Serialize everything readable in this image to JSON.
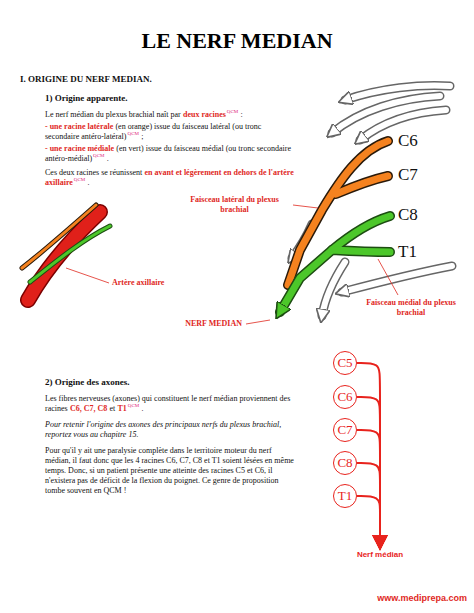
{
  "diagram": {
    "title": "LE NERF MEDIAN",
    "nodes": [
      {
        "text": [
          "C5"
        ]
      },
      {
        "text": [
          "C6"
        ]
      },
      {
        "text": [
          "C7"
        ]
      },
      {
        "text": [
          "C8"
        ]
      },
      {
        "text": [
          "T1"
        ]
      },
      {
        "text": [
          "Nerf médian"
        ]
      }
    ],
    "edges": [
      {
        "from": 0,
        "to": 5,
        "arrow": "to"
      },
      {
        "from": 1,
        "to": 5,
        "arrow": "to"
      },
      {
        "from": 2,
        "to": 5,
        "arrow": "to"
      },
      {
        "from": 3,
        "to": 5,
        "arrow": "to"
      },
      {
        "from": 4,
        "to": 5,
        "arrow": "to"
      }
    ],
    "labels": [
      "I. ORIGINE DU NERF MEDIAN.",
      "1) Origine apparente.",
      "Le nerf médian du plexus brachial naît par",
      "deux racines",
      "QCM",
      ":",
      "- une racine latérale",
      "(en orange) issue du faisceau latéral (ou tronc secondaire antéro-latéral)",
      "QCM",
      ";",
      "- une racine médiale",
      "(en vert) issue du faisceau médial (ou tronc secondaire antéro-médial)",
      "QCM",
      ".",
      "Ces deux racines se réunissent",
      "en avant et légèrement en dehors de l'artère axillaire",
      "QCM",
      ".",
      "C6",
      "C7",
      "C8",
      "T1",
      "Faisceau latéral du plexus brachial",
      "Faisceau médial du plexus brachial",
      "Artère axillaire",
      "NERF MEDIAN",
      "2) Origine des axones.",
      "Les fibres nerveuses (axones) qui constituent le nerf médian proviennent des racines",
      "C6, C7, C8",
      "et",
      "T1",
      "QCM",
      ".",
      "Pour retenir l'origine des axones des principaux nerfs du plexus brachial, reportez vous au chapitre 15.",
      "Pour qu'il y ait une paralysie complète dans le territoire moteur du nerf médian, il faut donc que les 4 racines C6, C7, C8 et T1 soient lésées en même temps. Donc, si un patient présente une atteinte des racines C5 et C6, il n'existera pas de déficit de la flexion du poignet. Ce genre de proposition tombe souvent en QCM !",
      "www.mediprepa.com"
    ]
  }
}
